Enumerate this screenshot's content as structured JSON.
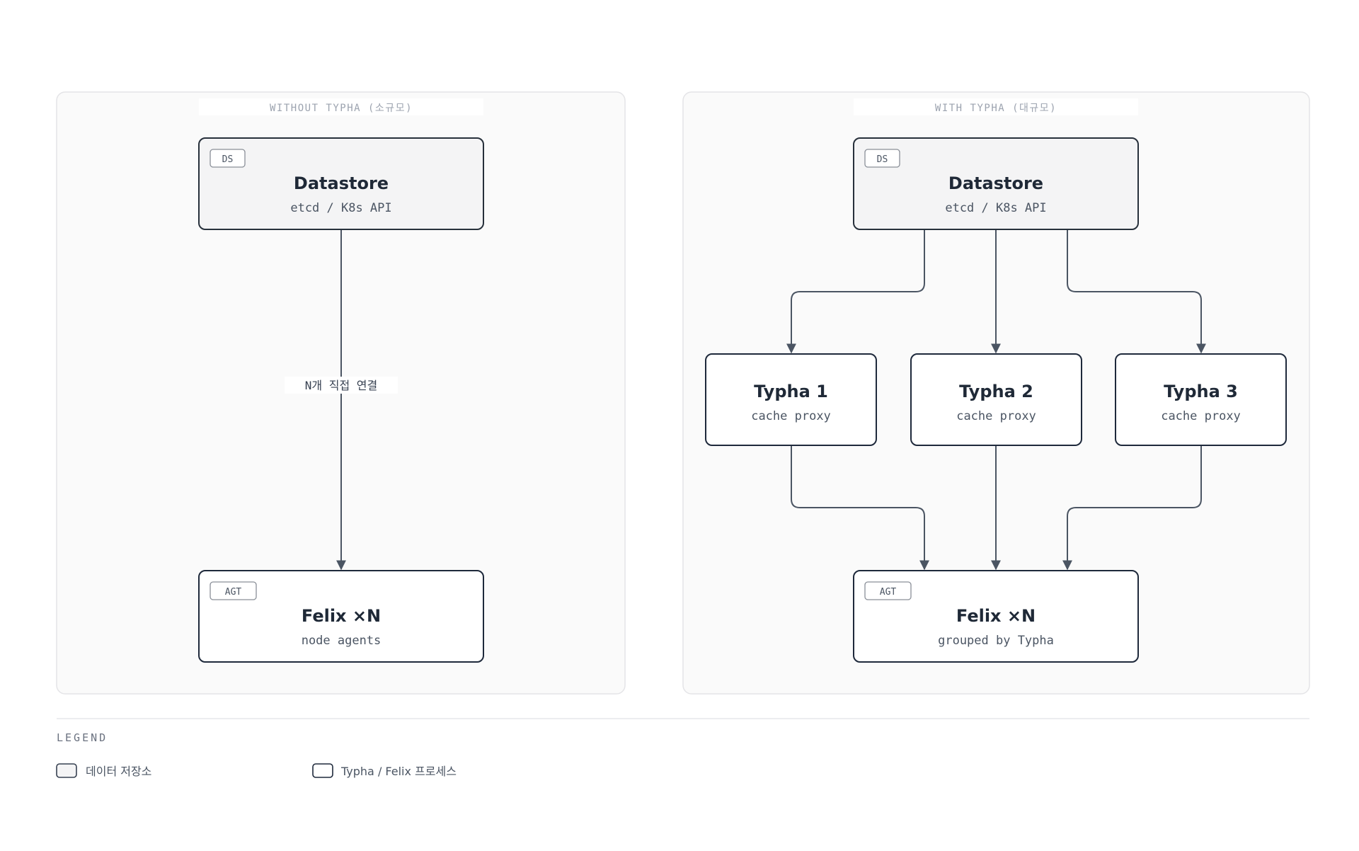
{
  "panels": {
    "without": {
      "title": "WITHOUT TYPHA (소규모)",
      "datastore": {
        "tag": "DS",
        "title": "Datastore",
        "subtitle": "etcd / K8s API"
      },
      "felix": {
        "tag": "AGT",
        "title": "Felix ×N",
        "subtitle": "node agents"
      },
      "edge_label": "N개 직접 연결"
    },
    "with": {
      "title": "WITH TYPHA (대규모)",
      "datastore": {
        "tag": "DS",
        "title": "Datastore",
        "subtitle": "etcd / K8s API"
      },
      "typhas": [
        {
          "title": "Typha 1",
          "subtitle": "cache proxy"
        },
        {
          "title": "Typha 2",
          "subtitle": "cache proxy"
        },
        {
          "title": "Typha 3",
          "subtitle": "cache proxy"
        }
      ],
      "felix": {
        "tag": "AGT",
        "title": "Felix ×N",
        "subtitle": "grouped by Typha"
      }
    }
  },
  "legend": {
    "title": "LEGEND",
    "items": [
      {
        "label": "데이터 저장소",
        "kind": "datastore"
      },
      {
        "label": "Typha / Felix 프로세스",
        "kind": "process"
      }
    ]
  },
  "colors": {
    "edge": "#4b5563",
    "datastore_fill": "#f4f4f5",
    "process_fill": "#ffffff",
    "border": "#1e293b"
  }
}
